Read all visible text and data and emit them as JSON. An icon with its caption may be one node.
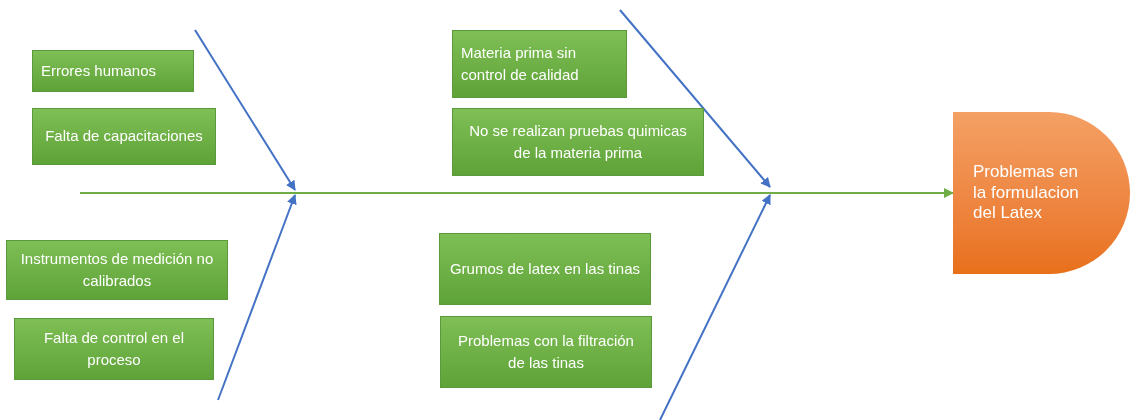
{
  "diagram": {
    "nodes": [
      {
        "text": [
          "Errores humanos"
        ]
      },
      {
        "text": [
          "Falta de capacitaciones"
        ]
      },
      {
        "text": [
          "Materia prima sin control de calidad"
        ]
      },
      {
        "text": [
          "No se realizan pruebas quimicas de la materia prima"
        ]
      },
      {
        "text": [
          "Instrumentos de medición no calibrados"
        ]
      },
      {
        "text": [
          "Falta de control en el proceso"
        ]
      },
      {
        "text": [
          "Grumos de latex en las tinas"
        ]
      },
      {
        "text": [
          "Problemas con la filtración de las tinas"
        ]
      },
      {
        "text": [
          "Problemas en la formulacion del Latex"
        ]
      }
    ],
    "edges": [
      {
        "from": null,
        "to": 8,
        "arrow": "to",
        "color": "#70ad47"
      }
    ]
  }
}
